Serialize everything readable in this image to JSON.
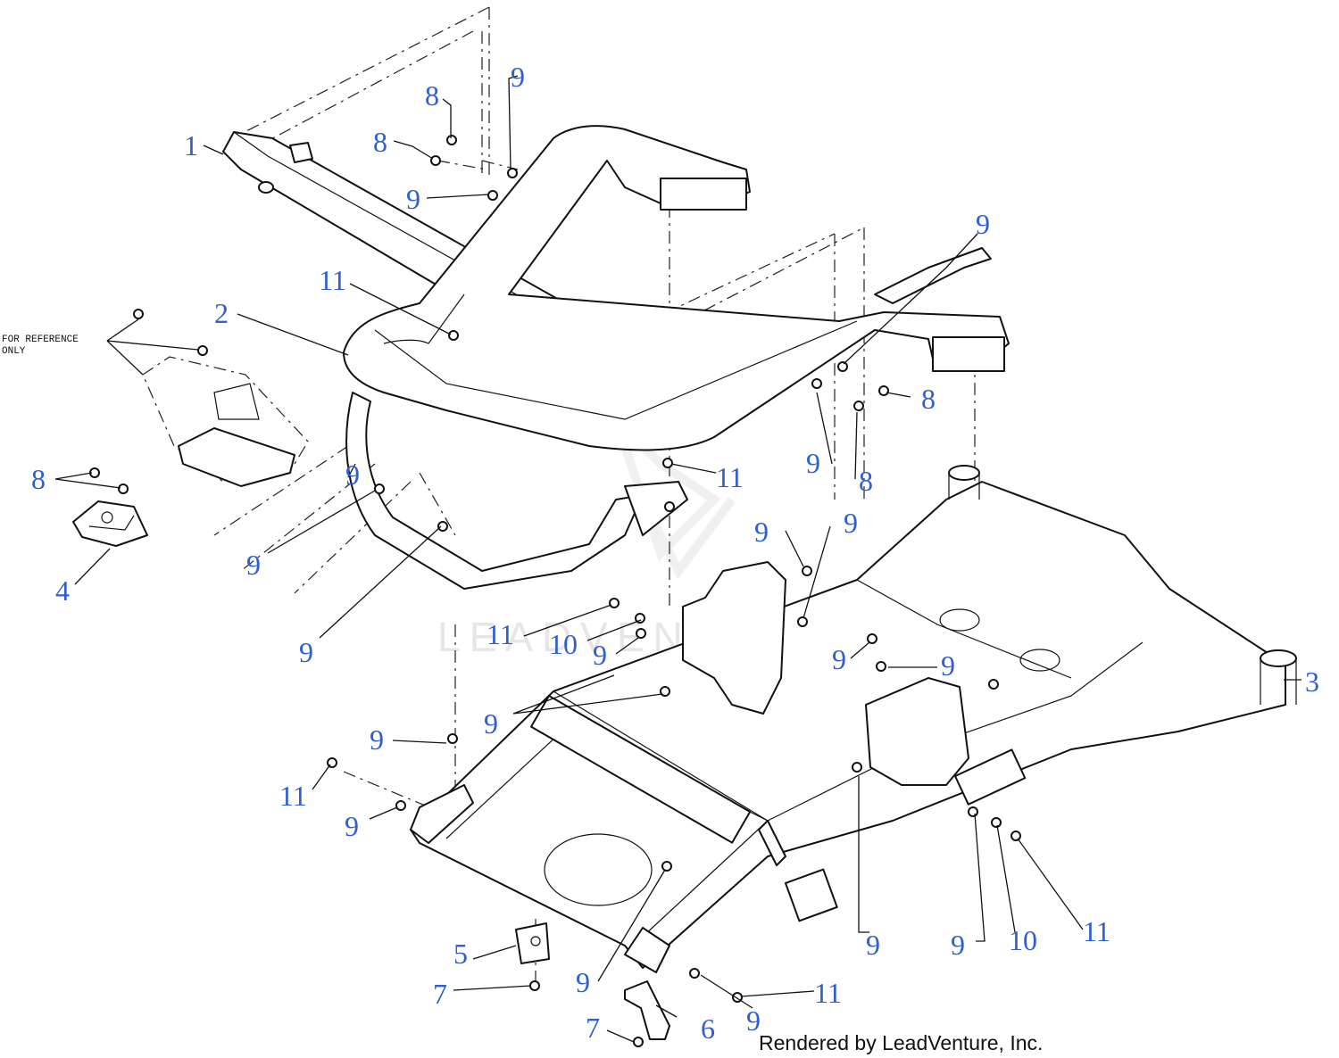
{
  "diagram": {
    "callouts": [
      {
        "id": "c1",
        "label": "1"
      },
      {
        "id": "c2",
        "label": "2"
      },
      {
        "id": "c3",
        "label": "3"
      },
      {
        "id": "c4",
        "label": "4"
      },
      {
        "id": "c5",
        "label": "5"
      },
      {
        "id": "c6",
        "label": "6"
      },
      {
        "id": "c7a",
        "label": "7"
      },
      {
        "id": "c7b",
        "label": "7"
      },
      {
        "id": "c8a",
        "label": "8"
      },
      {
        "id": "c8b",
        "label": "8"
      },
      {
        "id": "c8c",
        "label": "8"
      },
      {
        "id": "c8d",
        "label": "8"
      },
      {
        "id": "c8e",
        "label": "8"
      },
      {
        "id": "c9a",
        "label": "9"
      },
      {
        "id": "c9b",
        "label": "9"
      },
      {
        "id": "c9c",
        "label": "9"
      },
      {
        "id": "c9d",
        "label": "9"
      },
      {
        "id": "c9e",
        "label": "9"
      },
      {
        "id": "c9f",
        "label": "9"
      },
      {
        "id": "c9g",
        "label": "9"
      },
      {
        "id": "c9h",
        "label": "9"
      },
      {
        "id": "c9i",
        "label": "9"
      },
      {
        "id": "c9j",
        "label": "9"
      },
      {
        "id": "c9k",
        "label": "9"
      },
      {
        "id": "c9l",
        "label": "9"
      },
      {
        "id": "c9m",
        "label": "9"
      },
      {
        "id": "c9n",
        "label": "9"
      },
      {
        "id": "c9o",
        "label": "9"
      },
      {
        "id": "c9p",
        "label": "9"
      },
      {
        "id": "c9q",
        "label": "9"
      },
      {
        "id": "c9r",
        "label": "9"
      },
      {
        "id": "c9s",
        "label": "9"
      },
      {
        "id": "c10a",
        "label": "10"
      },
      {
        "id": "c10b",
        "label": "10"
      },
      {
        "id": "c11a",
        "label": "11"
      },
      {
        "id": "c11b",
        "label": "11"
      },
      {
        "id": "c11c",
        "label": "11"
      },
      {
        "id": "c11d",
        "label": "11"
      },
      {
        "id": "c11e",
        "label": "11"
      },
      {
        "id": "c11f",
        "label": "11"
      }
    ],
    "reference_note_line1": "FOR REFERENCE",
    "reference_note_line2": "ONLY",
    "watermark": "LEADVENTURE",
    "credit": "Rendered by LeadVenture, Inc."
  }
}
